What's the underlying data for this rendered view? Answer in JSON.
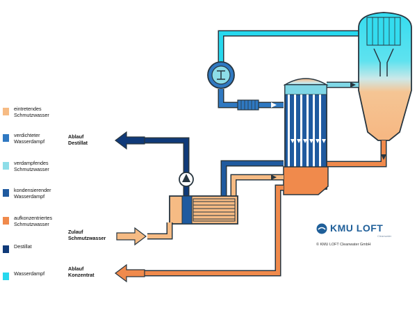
{
  "legend": [
    {
      "label": "eintretendes\nSchmutzwasser",
      "color": "#f6bb84"
    },
    {
      "label": "verdichteter\nWasserdampf",
      "color": "#2f79c2"
    },
    {
      "label": "verdampfendes\nSchmutzwasser",
      "color": "#8ddde8"
    },
    {
      "label": "kondensierender\nWasserdampf",
      "color": "#1f5a9f"
    },
    {
      "label": "aufkonzentriertes\nSchmutzwasser",
      "color": "#f08a4c"
    },
    {
      "label": "Destillat",
      "color": "#103a79"
    },
    {
      "label": "Wasserdampf",
      "color": "#27d8ee"
    }
  ],
  "flows": {
    "distillate_out": "Ablauf\nDestillat",
    "dirty_water_in": "Zulauf\nSchmutzwasser",
    "concentrate_out": "Ablauf\nKonzentrat"
  },
  "brand": {
    "name": "KMU LOFT",
    "subline": "Cleanwater",
    "copyright": "© KMU LOFT Cleanwater GmbH",
    "color": "#1f5f99"
  }
}
